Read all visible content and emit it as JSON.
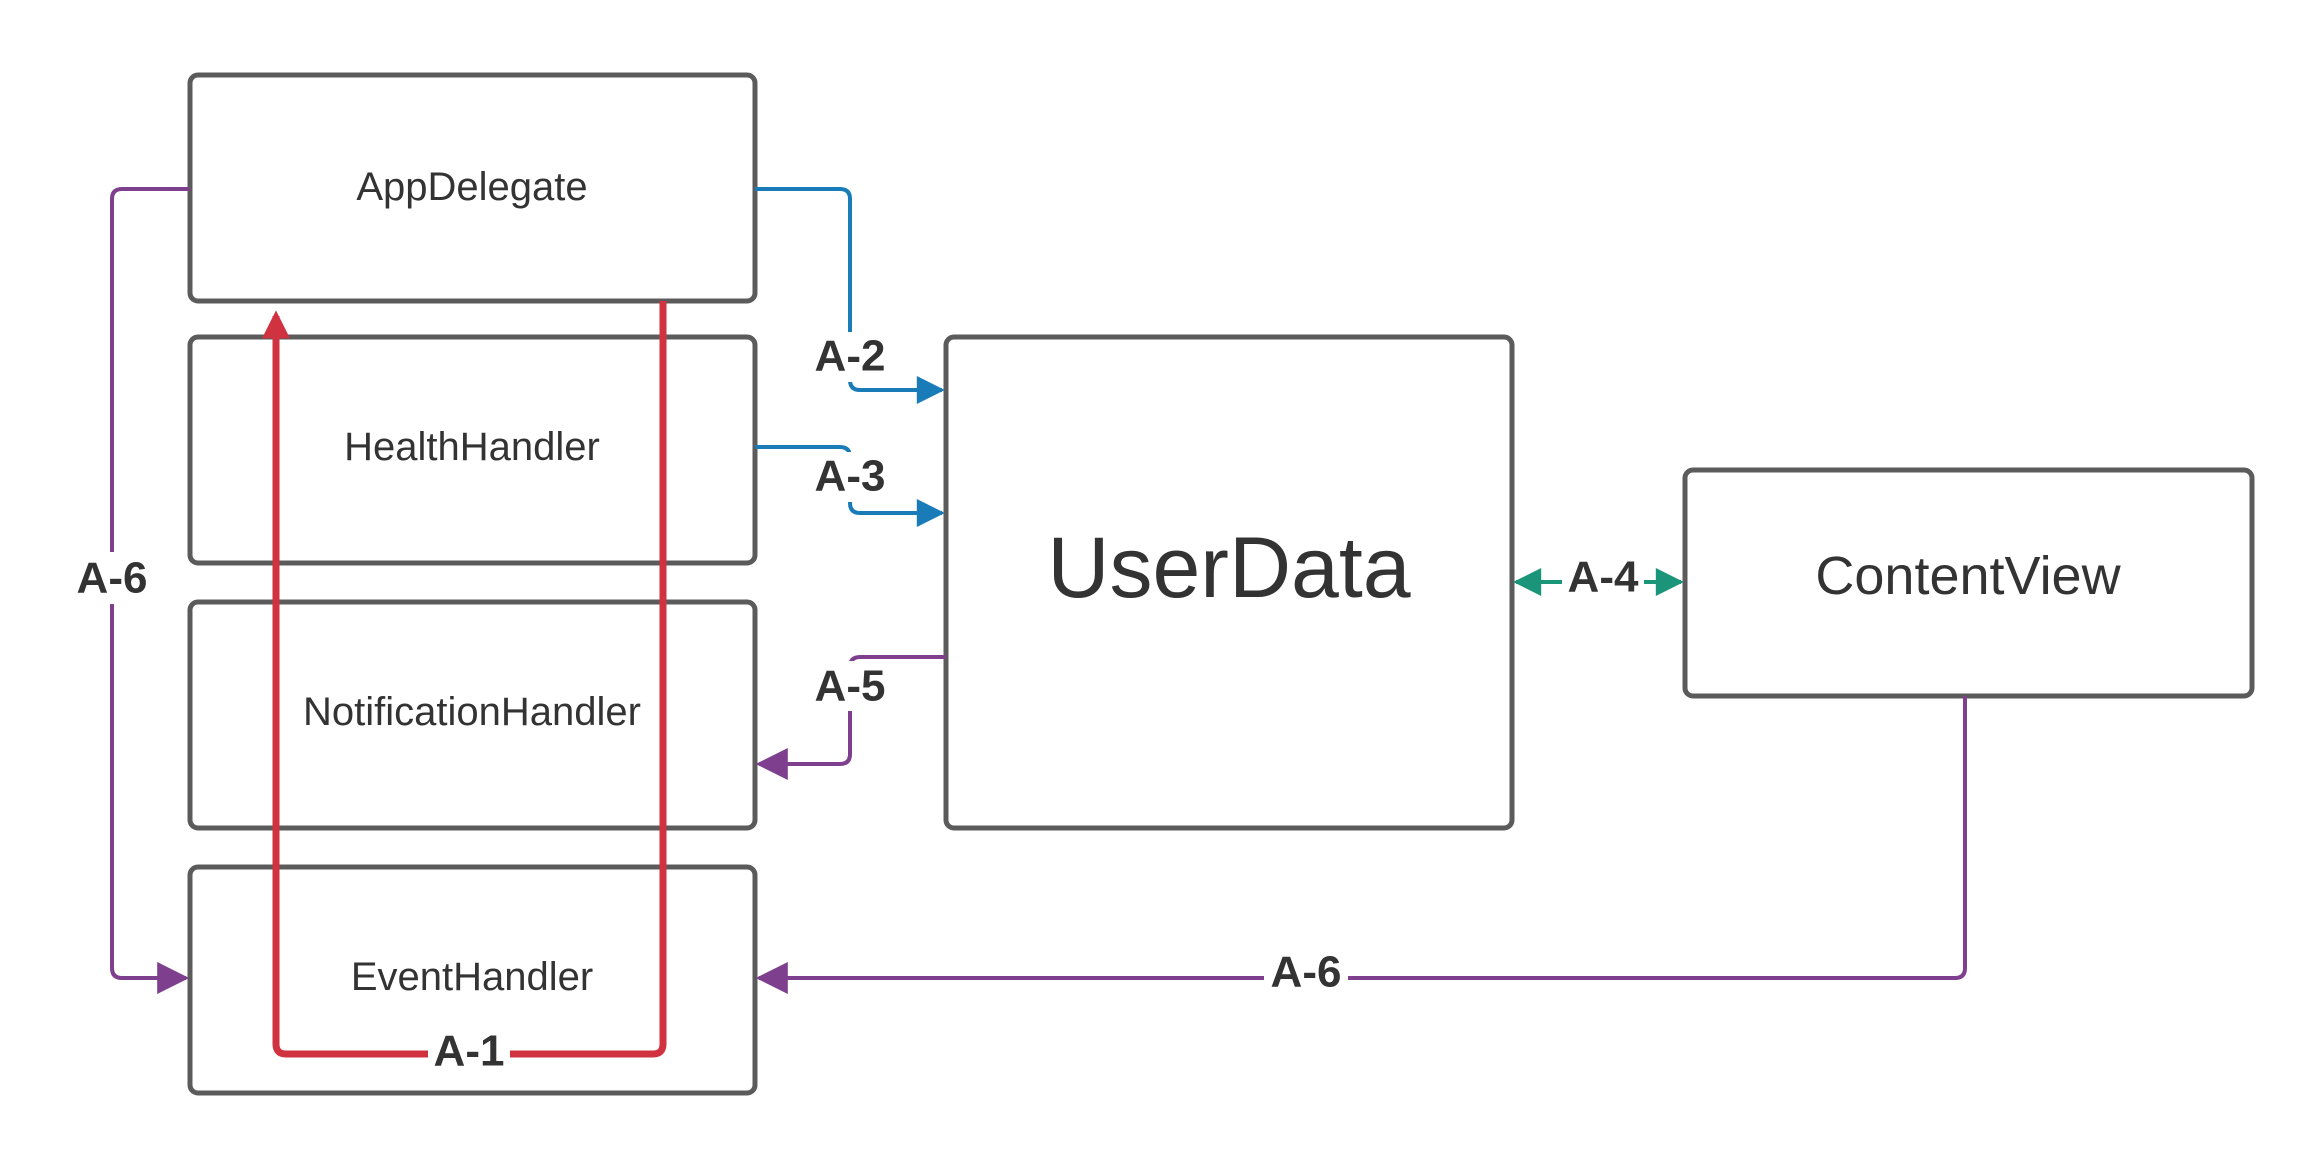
{
  "colors": {
    "box_stroke": "#5b5b5b",
    "text": "#333333",
    "a1_red": "#d0323f",
    "a2_a3_blue": "#1a7bb9",
    "a4_teal": "#1a9579",
    "a5_a6_purple": "#7e3f8f"
  },
  "nodes": {
    "app_delegate": "AppDelegate",
    "health_handler": "HealthHandler",
    "notification_handler": "NotificationHandler",
    "event_handler": "EventHandler",
    "user_data": "UserData",
    "content_view": "ContentView"
  },
  "edges": {
    "a1": "A-1",
    "a2": "A-2",
    "a3": "A-3",
    "a4": "A-4",
    "a5": "A-5",
    "a6_left": "A-6",
    "a6_bottom": "A-6"
  }
}
